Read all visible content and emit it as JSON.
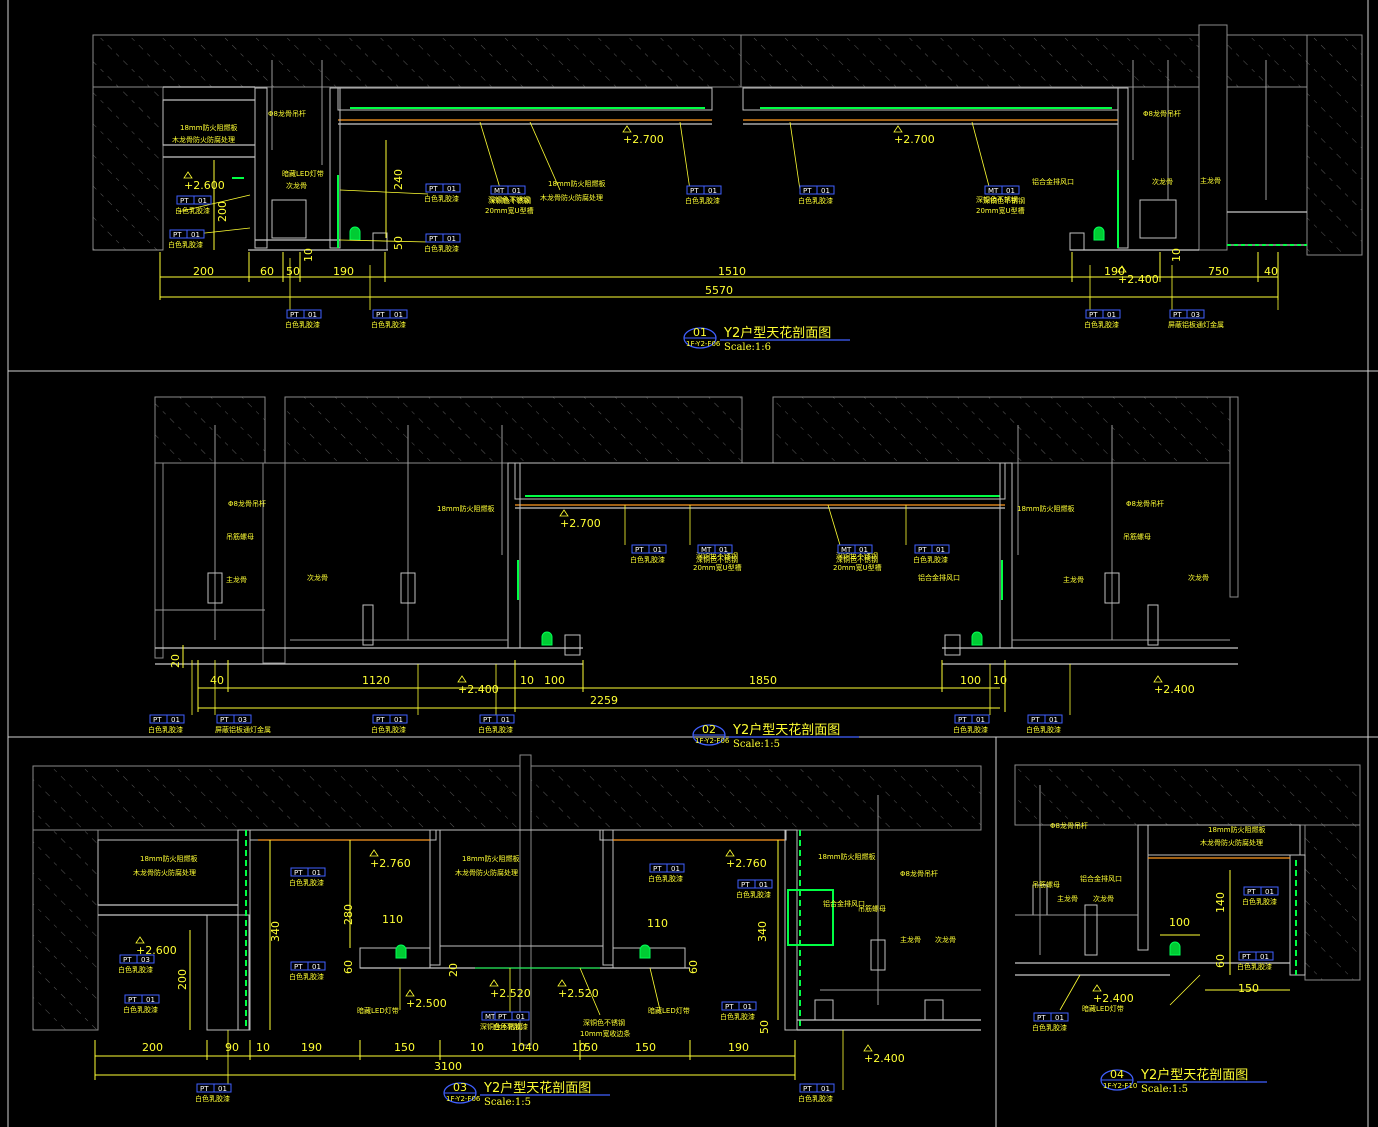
{
  "drawing": {
    "sections": [
      {
        "id": "01",
        "title": "Y2户型天花剖面图",
        "scale": "Scale:1:6",
        "ref": "1F-Y2-F06",
        "dims": [
          "200",
          "60",
          "50",
          "190",
          "1510",
          "190",
          "10",
          "750",
          "40",
          "5570",
          "10",
          "200",
          "240",
          "50"
        ],
        "levels": [
          "+2.600",
          "+2.700",
          "+2.700",
          "+2.400"
        ],
        "notes": [
          "18mm防火阻燃板",
          "木龙骨防火防腐处理",
          "Φ8龙骨吊杆",
          "暗藏LED灯带",
          "次龙骨",
          "18mm防火阻燃板",
          "木龙骨防火防腐处理",
          "铝合金排风口",
          "次龙骨",
          "主龙骨",
          "Φ8龙骨吊杆",
          "深铜色不锈钢",
          "20mm宽U型槽",
          "深铜色不锈钢",
          "20mm宽U型槽"
        ],
        "tags": [
          {
            "code": "PT",
            "num": "01",
            "label": "白色乳胶漆"
          },
          {
            "code": "PT",
            "num": "01",
            "label": "白色乳胶漆"
          },
          {
            "code": "PT",
            "num": "01",
            "label": "白色乳胶漆"
          },
          {
            "code": "PT",
            "num": "01",
            "label": "白色乳胶漆"
          },
          {
            "code": "MT",
            "num": "01",
            "label": "深铜色不锈钢"
          },
          {
            "code": "PT",
            "num": "01",
            "label": "白色乳胶漆"
          },
          {
            "code": "PT",
            "num": "01",
            "label": "白色乳胶漆"
          },
          {
            "code": "MT",
            "num": "01",
            "label": "深铜色不锈钢"
          },
          {
            "code": "PT",
            "num": "01",
            "label": "白色乳胶漆"
          },
          {
            "code": "PT",
            "num": "01",
            "label": "白色乳胶漆"
          },
          {
            "code": "PT",
            "num": "01",
            "label": "白色乳胶漆"
          },
          {
            "code": "PT",
            "num": "03",
            "label": "屏蔽铝板通灯金属"
          }
        ]
      },
      {
        "id": "02",
        "title": "Y2户型天花剖面图",
        "scale": "Scale:1:5",
        "ref": "1F-Y2-F06",
        "dims": [
          "20",
          "40",
          "1120",
          "10",
          "100",
          "1850",
          "100",
          "10",
          "2259"
        ],
        "levels": [
          "+2.700",
          "+2.400",
          "+2.400"
        ],
        "notes": [
          "Φ8龙骨吊杆",
          "吊筋螺母",
          "主龙骨",
          "次龙骨",
          "18mm防火阻燃板",
          "深铜色不锈钢",
          "20mm宽U型槽",
          "深铜色不锈钢",
          "20mm宽U型槽",
          "18mm防火阻燃板",
          "铝合金排风口",
          "Φ8龙骨吊杆",
          "吊筋螺母",
          "主龙骨",
          "次龙骨"
        ],
        "tags": [
          {
            "code": "PT",
            "num": "01",
            "label": "白色乳胶漆"
          },
          {
            "code": "PT",
            "num": "03",
            "label": "屏蔽铝板通灯金属"
          },
          {
            "code": "PT",
            "num": "01",
            "label": "白色乳胶漆"
          },
          {
            "code": "PT",
            "num": "01",
            "label": "白色乳胶漆"
          },
          {
            "code": "PT",
            "num": "01",
            "label": "白色乳胶漆"
          },
          {
            "code": "MT",
            "num": "01",
            "label": "深铜色不锈钢"
          },
          {
            "code": "MT",
            "num": "01",
            "label": "深铜色不锈钢"
          },
          {
            "code": "PT",
            "num": "01",
            "label": "白色乳胶漆"
          },
          {
            "code": "PT",
            "num": "01",
            "label": "白色乳胶漆"
          },
          {
            "code": "PT",
            "num": "01",
            "label": "白色乳胶漆"
          }
        ]
      },
      {
        "id": "03",
        "title": "Y2户型天花剖面图",
        "scale": "Scale:1:5",
        "ref": "1F-Y2-F06",
        "dims": [
          "200",
          "90",
          "10",
          "190",
          "150",
          "10",
          "1040",
          "10",
          "50",
          "150",
          "190",
          "3100",
          "340",
          "200",
          "280",
          "110",
          "60",
          "20",
          "110",
          "60",
          "340",
          "50"
        ],
        "levels": [
          "+2.600",
          "+2.760",
          "+2.760",
          "+2.500",
          "+2.520",
          "+2.520",
          "+2.400"
        ],
        "notes": [
          "18mm防火阻燃板",
          "木龙骨防火防腐处理",
          "18mm防火阻燃板",
          "木龙骨防火防腐处理",
          "18mm防火阻燃板",
          "铝合金排风口",
          "吊筋螺母",
          "Φ8龙骨吊杆",
          "主龙骨",
          "次龙骨",
          "暗藏LED灯带",
          "深铜色不锈钢",
          "10mm宽收边条",
          "暗藏LED灯带"
        ],
        "tags": [
          {
            "code": "PT",
            "num": "03",
            "label": "白色乳胶漆"
          },
          {
            "code": "PT",
            "num": "01",
            "label": "白色乳胶漆"
          },
          {
            "code": "PT",
            "num": "01",
            "label": "白色乳胶漆"
          },
          {
            "code": "PT",
            "num": "01",
            "label": "白色乳胶漆"
          },
          {
            "code": "PT",
            "num": "01",
            "label": "白色乳胶漆"
          },
          {
            "code": "PT",
            "num": "01",
            "label": "白色乳胶漆"
          },
          {
            "code": "MT",
            "num": "01",
            "label": "深铜色不锈钢"
          },
          {
            "code": "PT",
            "num": "01",
            "label": "白色乳胶漆"
          },
          {
            "code": "PT",
            "num": "01",
            "label": "白色乳胶漆"
          },
          {
            "code": "PT",
            "num": "01",
            "label": "白色乳胶漆"
          },
          {
            "code": "PT",
            "num": "01",
            "label": "白色乳胶漆"
          }
        ]
      },
      {
        "id": "04",
        "title": "Y2户型天花剖面图",
        "scale": "Scale:1:5",
        "ref": "1F-Y2-F10",
        "dims": [
          "100",
          "140",
          "60",
          "150"
        ],
        "levels": [
          "+2.400"
        ],
        "notes": [
          "Φ8龙骨吊杆",
          "18mm防火阻燃板",
          "木龙骨防火防腐处理",
          "吊筋螺母",
          "铝合金排风口",
          "主龙骨",
          "次龙骨",
          "暗藏LED灯带"
        ],
        "tags": [
          {
            "code": "PT",
            "num": "01",
            "label": "白色乳胶漆"
          },
          {
            "code": "PT",
            "num": "01",
            "label": "白色乳胶漆"
          },
          {
            "code": "PT",
            "num": "01",
            "label": "白色乳胶漆"
          }
        ]
      }
    ],
    "colors": {
      "background": "#000000",
      "annotation": "#ffff33",
      "finish_line": "#00ff44",
      "accent_line": "#ff9a20",
      "tag_border": "#4060ff",
      "structure": "#9a9a9a"
    }
  }
}
